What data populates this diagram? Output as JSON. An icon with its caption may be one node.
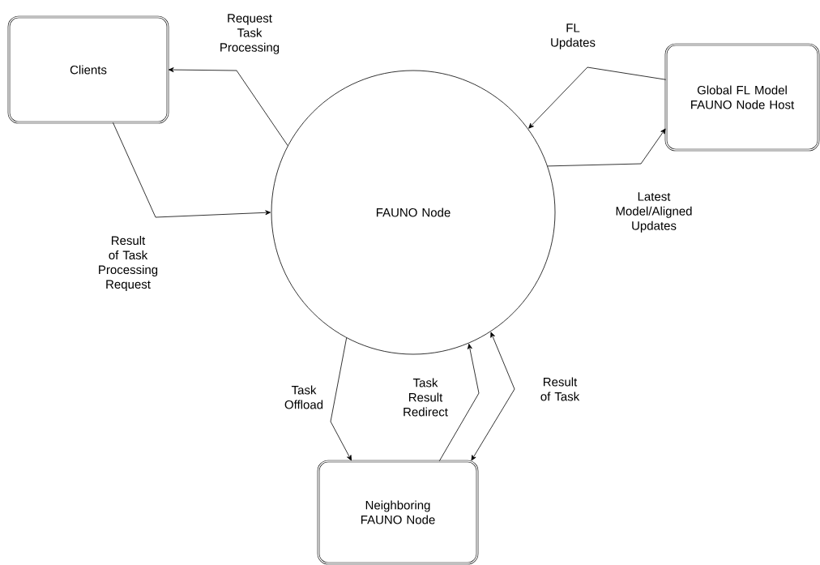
{
  "diagram": {
    "nodes": [
      {
        "text": [
          "Clients"
        ]
      },
      {
        "text": [
          "FAUNO Node"
        ]
      },
      {
        "text": [
          "Global FL Model FAUNO Node Host"
        ]
      },
      {
        "text": [
          "Neighboring FAUNO Node"
        ]
      }
    ],
    "edges": [
      {
        "from": 1,
        "to": 0,
        "arrow": "to",
        "label": "Request Task Processing"
      },
      {
        "from": 0,
        "to": 1,
        "arrow": "to",
        "label": "Result of Task Processing Request"
      },
      {
        "from": 2,
        "to": 1,
        "arrow": "to",
        "label": "FL Updates"
      },
      {
        "from": 1,
        "to": 2,
        "arrow": "to",
        "label": "Latest Model/Aligned Updates"
      },
      {
        "from": 1,
        "to": 3,
        "arrow": "to",
        "label": "Task Offload"
      },
      {
        "from": 3,
        "to": 1,
        "arrow": "to",
        "label": "Task Result Redirect"
      },
      {
        "from": 3,
        "to": 1,
        "arrow": "both",
        "label": "Result of Task"
      }
    ]
  }
}
